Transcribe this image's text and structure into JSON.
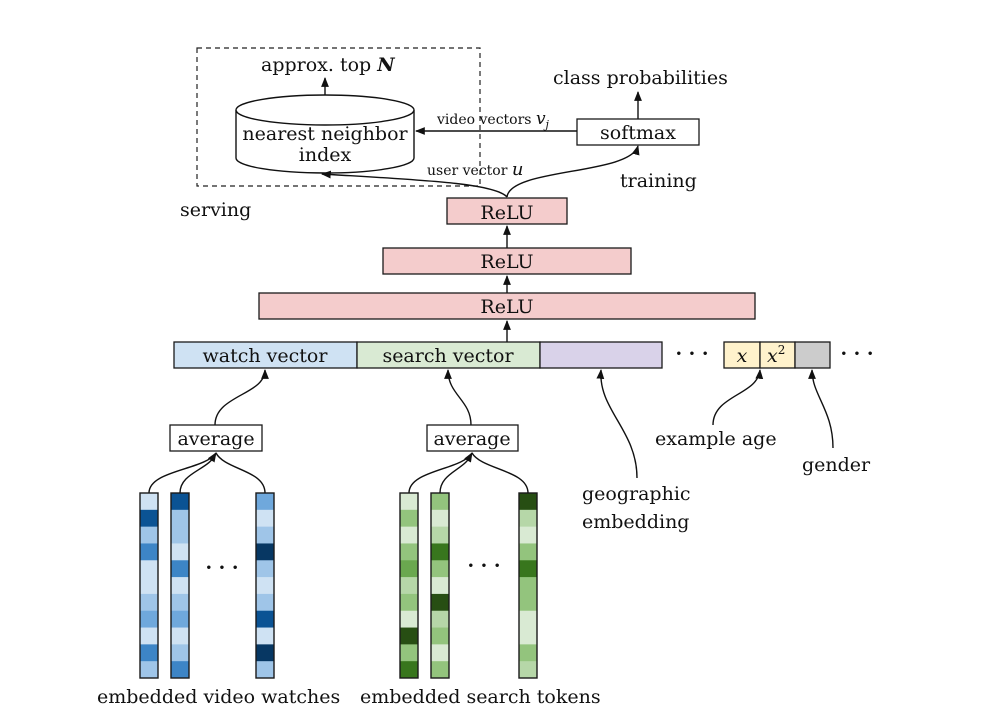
{
  "title": "Deep candidate generation model architecture",
  "serving": {
    "label": "serving",
    "output_label": "approx. top",
    "output_var": "N",
    "index_label_line1": "nearest neighbor",
    "index_label_line2": "index"
  },
  "training": {
    "label": "training",
    "softmax_label": "softmax",
    "output_label": "class probabilities"
  },
  "edges": {
    "video_vectors_label": "video vectors",
    "video_vectors_var": "v",
    "video_vectors_sub": "j",
    "user_vector_label": "user vector",
    "user_vector_var": "u"
  },
  "layers": [
    {
      "label": "ReLU"
    },
    {
      "label": "ReLU"
    },
    {
      "label": "ReLU"
    }
  ],
  "input_vector": {
    "segments": [
      {
        "label": "watch vector",
        "color": "#cfe2f3"
      },
      {
        "label": "search vector",
        "color": "#d9ead3"
      },
      {
        "label": "",
        "color": "#d9d2e9"
      }
    ],
    "ellipsis": "· · ·",
    "age_cells": [
      {
        "var": "x",
        "sup": "",
        "color": "#fff2cc"
      },
      {
        "var": "x",
        "sup": "2",
        "color": "#fff2cc"
      }
    ],
    "gender_cell_color": "#cccccc",
    "trailing_ellipsis": "· · ·"
  },
  "features": {
    "geographic_line1": "geographic",
    "geographic_line2": "embedding",
    "example_age": "example age",
    "gender": "gender"
  },
  "watch_branch": {
    "average_label": "average",
    "caption": "embedded video watches",
    "ellipsis": "· · ·",
    "columns": [
      [
        "#cfe2f3",
        "#0b5394",
        "#9fc5e8",
        "#3d85c6",
        "#cfe2f3",
        "#cfe2f3",
        "#9fc5e8",
        "#6fa8dc",
        "#cfe2f3",
        "#3d85c6",
        "#9fc5e8"
      ],
      [
        "#0b5394",
        "#9fc5e8",
        "#9fc5e8",
        "#cfe2f3",
        "#3d85c6",
        "#cfe2f3",
        "#9fc5e8",
        "#6fa8dc",
        "#cfe2f3",
        "#9fc5e8",
        "#3d85c6"
      ],
      [
        "#6fa8dc",
        "#cfe2f3",
        "#9fc5e8",
        "#073763",
        "#9fc5e8",
        "#cfe2f3",
        "#9fc5e8",
        "#0b5394",
        "#cfe2f3",
        "#073763",
        "#9fc5e8"
      ]
    ]
  },
  "search_branch": {
    "average_label": "average",
    "caption": "embedded search tokens",
    "ellipsis": "· · ·",
    "columns": [
      [
        "#d9ead3",
        "#93c47d",
        "#d9ead3",
        "#93c47d",
        "#6aa84f",
        "#b6d7a8",
        "#93c47d",
        "#d9ead3",
        "#274e13",
        "#93c47d",
        "#38761d"
      ],
      [
        "#93c47d",
        "#d9ead3",
        "#b6d7a8",
        "#38761d",
        "#93c47d",
        "#d9ead3",
        "#274e13",
        "#b6d7a8",
        "#93c47d",
        "#d9ead3",
        "#93c47d"
      ],
      [
        "#274e13",
        "#b6d7a8",
        "#d9ead3",
        "#93c47d",
        "#38761d",
        "#93c47d",
        "#93c47d",
        "#d9ead3",
        "#d9ead3",
        "#93c47d",
        "#b6d7a8"
      ]
    ]
  },
  "colors": {
    "relu_fill": "#f4cccc",
    "box_fill": "#ffffff"
  }
}
